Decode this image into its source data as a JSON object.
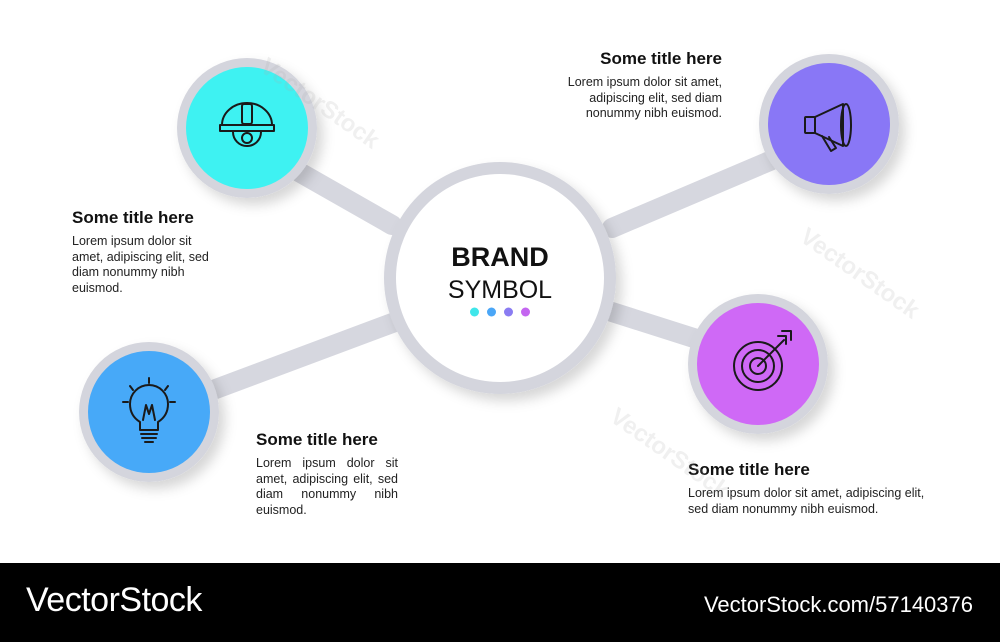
{
  "center": {
    "line1": "BRAND",
    "line2": "SYMBOL"
  },
  "dots": [
    "#3fe6ea",
    "#4aa6f7",
    "#8a7cf2",
    "#c466f0"
  ],
  "nodes": [
    {
      "id": "construction",
      "icon": "hardhat-gear-icon",
      "color": "#3ef2f2",
      "title": "Some title here",
      "text": "Lorem ipsum dolor sit amet, adipiscing elit, sed diam nonummy nibh euismod."
    },
    {
      "id": "idea",
      "icon": "lightbulb-icon",
      "color": "#47a9f8",
      "title": "Some title here",
      "text": "Lorem ipsum dolor sit amet, adipiscing elit, sed diam nonummy nibh euismod."
    },
    {
      "id": "marketing",
      "icon": "megaphone-icon",
      "color": "#8977f6",
      "title": "Some title here",
      "text": "Lorem ipsum dolor sit amet, adipiscing elit, sed diam nonummy nibh euismod."
    },
    {
      "id": "target",
      "icon": "target-dart-icon",
      "color": "#cf69f6",
      "title": "Some title here",
      "text": "Lorem ipsum dolor sit amet, adipiscing elit, sed diam nonummy nibh euismod."
    }
  ],
  "footer": {
    "brand": "VectorStock",
    "ref": "VectorStock.com/57140376"
  },
  "colors": {
    "connector": "#d6d7df",
    "ring": "#c9cad3",
    "center_fill": "#ffffff",
    "footer_bg": "#000000"
  }
}
